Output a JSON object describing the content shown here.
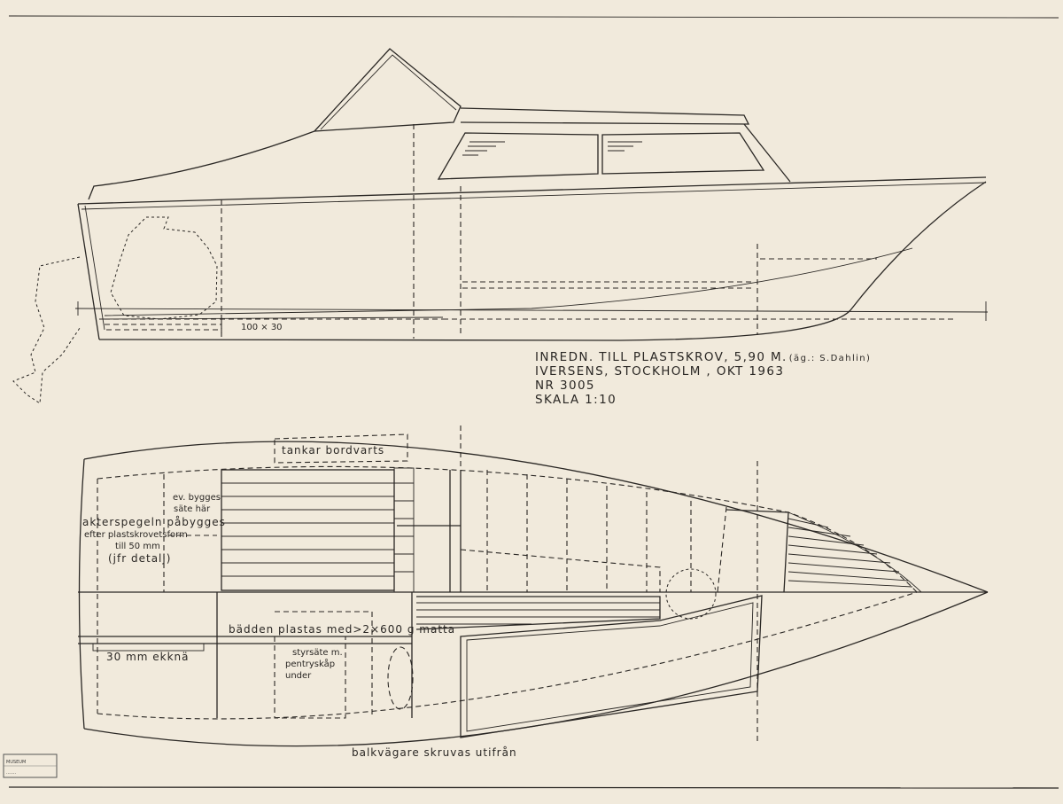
{
  "title_block": {
    "line1": "INREDN. TILL PLASTSKROV, 5,90 M.",
    "owner_note": "(äg.: S.Dahlin)",
    "line2": "IVERSENS, STOCKHOLM , OKT 1963",
    "line3": "NR  3005",
    "line4": "SKALA  1:10"
  },
  "side_view": {
    "beam_label": "100 × 30"
  },
  "plan_view": {
    "tanks_label": "tankar bordvarts",
    "seat_label_1": "ev. bygges",
    "seat_label_2": "säte här",
    "transom_note_1": "akterspegeln påbygges",
    "transom_note_2": "efter plastskrovetsform",
    "transom_note_3": "till 50 mm",
    "transom_note_4": "(jfr detalj)",
    "bunk_note": "bädden plastas med>2×600 g matta",
    "knee_note": "30 mm ekknä",
    "helm_note_1": "styrsäte m.",
    "helm_note_2": "pentryskåp",
    "helm_note_3": "under",
    "stringer_note": "balkvägare skruvas utifrån"
  },
  "stamp": {
    "text": "MUSEUM ... "
  }
}
